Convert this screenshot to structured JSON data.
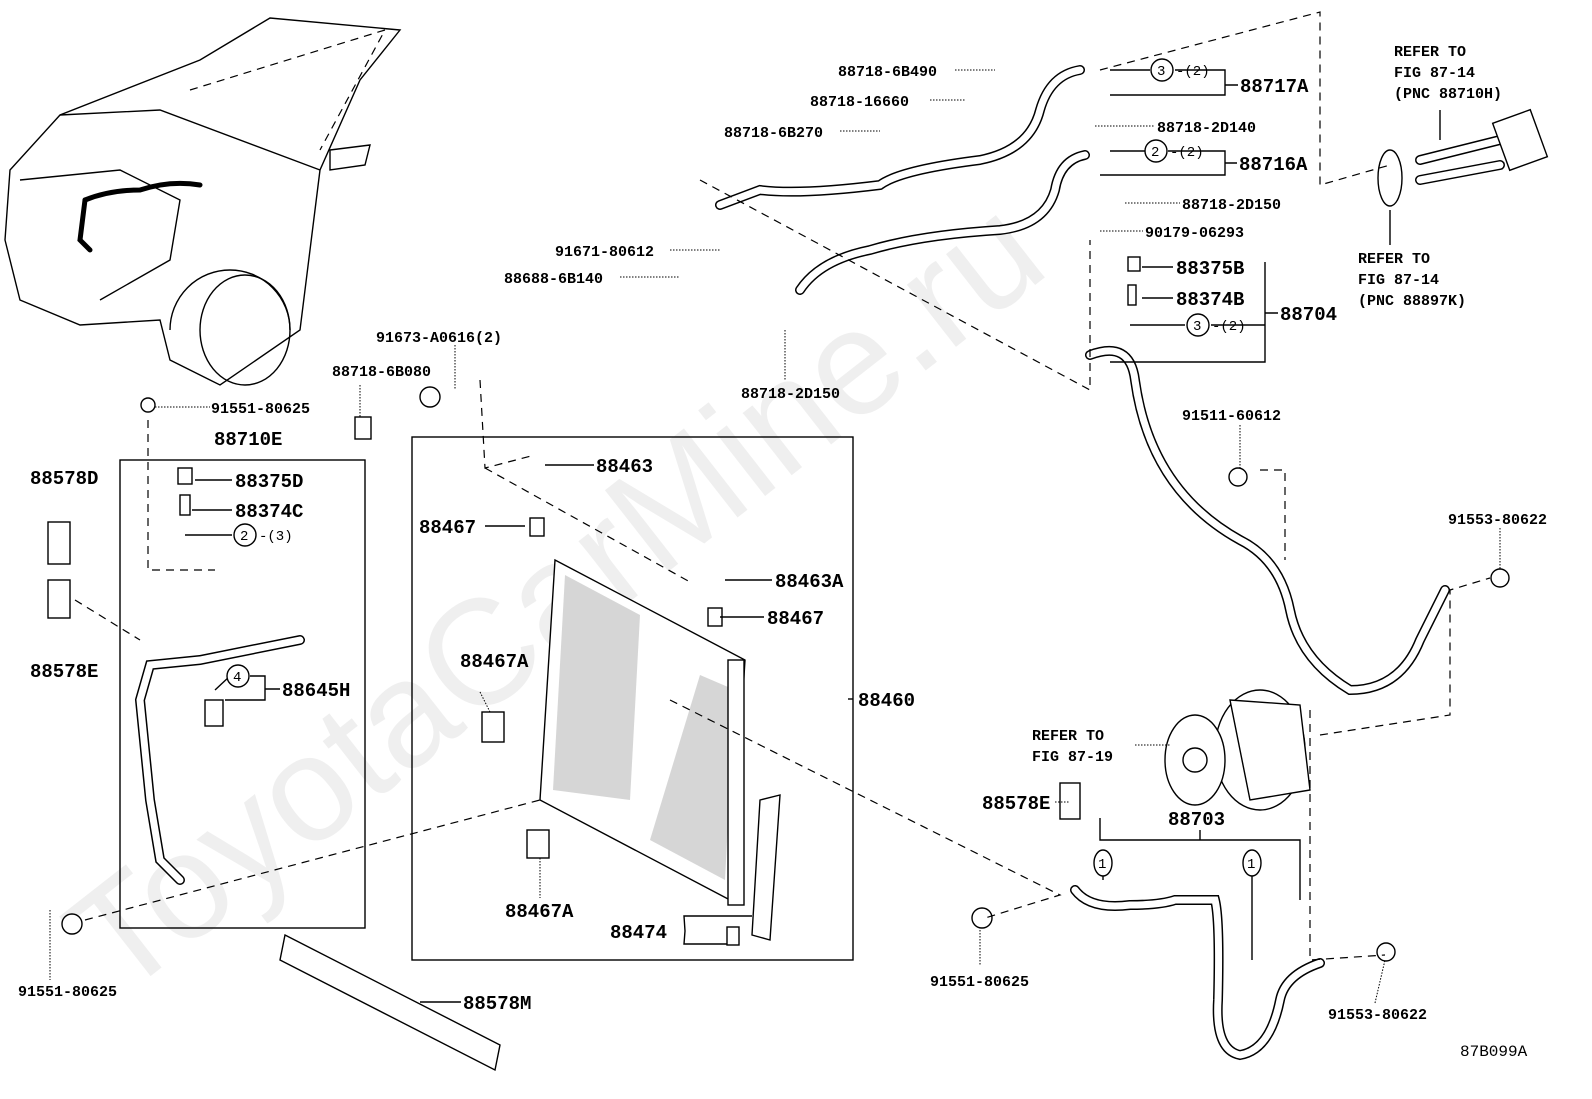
{
  "watermark": "ToyotaCarMine.ru",
  "figure_code": "87B099A",
  "labels": {
    "l88718_6B490": "88718-6B490",
    "l88718_16660": "88718-16660",
    "l88718_6B270": "88718-6B270",
    "l88718_2D140": "88718-2D140",
    "l88718_2D150a": "88718-2D150",
    "l90179_06293": "90179-06293",
    "l88375B": "88375B",
    "l88374B": "88374B",
    "l88704": "88704",
    "l88717A": "88717A",
    "l88716A": "88716A",
    "l91671_80612": "91671-80612",
    "l88688_6B140": "88688-6B140",
    "l88718_2D150b": "88718-2D150",
    "l91673_A0616": "91673-A0616(2)",
    "l88718_6B080": "88718-6B080",
    "l91551_80625a": "91551-80625",
    "l88710E": "88710E",
    "l88578D": "88578D",
    "l88375D": "88375D",
    "l88374C": "88374C",
    "l88578Ea": "88578E",
    "l88645H": "88645H",
    "l88463": "88463",
    "l88467a": "88467",
    "l88463A": "88463A",
    "l88467b": "88467",
    "l88467Aa": "88467A",
    "l88460": "88460",
    "l88467Ab": "88467A",
    "l88474": "88474",
    "l88578M": "88578M",
    "l91551_80625b": "91551-80625",
    "l91551_80625c": "91551-80625",
    "l91511_60612": "91511-60612",
    "l91553_80622a": "91553-80622",
    "l88578Eb": "88578E",
    "l88703": "88703",
    "l91553_80622b": "91553-80622"
  },
  "callouts": {
    "c1": {
      "num": "3",
      "qty": "-(2)"
    },
    "c2": {
      "num": "2",
      "qty": "-(2)"
    },
    "c3": {
      "num": "3",
      "qty": "-(2)"
    },
    "c4": {
      "num": "2",
      "qty": "-(3)"
    },
    "c5": {
      "num": "4"
    },
    "c6": {
      "num": "1"
    },
    "c7": {
      "num": "1"
    }
  },
  "refers": {
    "r1": [
      "REFER TO",
      "FIG 87-14",
      "(PNC 88710H)"
    ],
    "r2": [
      "REFER TO",
      "FIG 87-14",
      "(PNC 88897K)"
    ],
    "r3": [
      "REFER TO",
      "FIG 87-19"
    ]
  }
}
